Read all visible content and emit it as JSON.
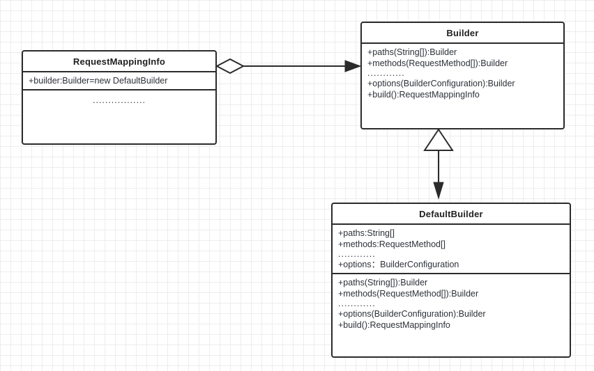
{
  "diagram": {
    "type": "uml-class-diagram",
    "background": "#ffffff",
    "grid_minor_color": "#ededed",
    "grid_major_color": "#dcdcdc",
    "stroke_color": "#2b2b2b",
    "text_color": "#2d3138"
  },
  "classes": {
    "request_mapping_info": {
      "title": "RequestMappingInfo",
      "attributes": [
        "+builder:Builder=new DefaultBuilder"
      ],
      "operations": [
        "................."
      ]
    },
    "builder": {
      "title": "Builder",
      "operations": [
        "+paths(String[]):Builder",
        "+methods(RequestMethod[]):Builder",
        "............",
        "+options(BuilderConfiguration):Builder",
        "+build():RequestMappingInfo"
      ]
    },
    "default_builder": {
      "title": "DefaultBuilder",
      "attributes": [
        "+paths:String[]",
        "+methods:RequestMethod[]",
        "............",
        "+options：BuilderConfiguration"
      ],
      "operations": [
        "+paths(String[]):Builder",
        "+methods(RequestMethod[]):Builder",
        "............",
        "+options(BuilderConfiguration):Builder",
        "+build():RequestMappingInfo"
      ]
    }
  },
  "relations": [
    {
      "name": "aggregation-requestmappinginfo-builder",
      "kind": "aggregation",
      "from": "RequestMappingInfo",
      "to": "Builder",
      "source_marker": "hollow-diamond",
      "target_marker": "filled-arrow"
    },
    {
      "name": "generalization-defaultbuilder-builder",
      "kind": "generalization",
      "from": "Builder",
      "to": "DefaultBuilder",
      "source_marker": "hollow-triangle",
      "target_marker": "filled-arrow"
    }
  ]
}
